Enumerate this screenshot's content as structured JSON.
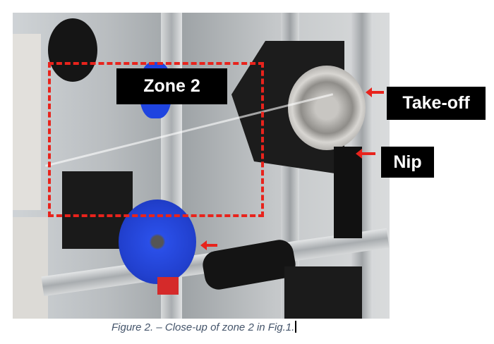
{
  "figure": {
    "labels": {
      "zone": "Zone 2",
      "takeoff": "Take-off",
      "nip": "Nip"
    },
    "caption": "Figure 2. – Close-up of zone 2 in Fig.1.",
    "colors": {
      "annotation_red": "#e8231c",
      "label_bg": "#000000",
      "caption": "#44546a"
    }
  }
}
